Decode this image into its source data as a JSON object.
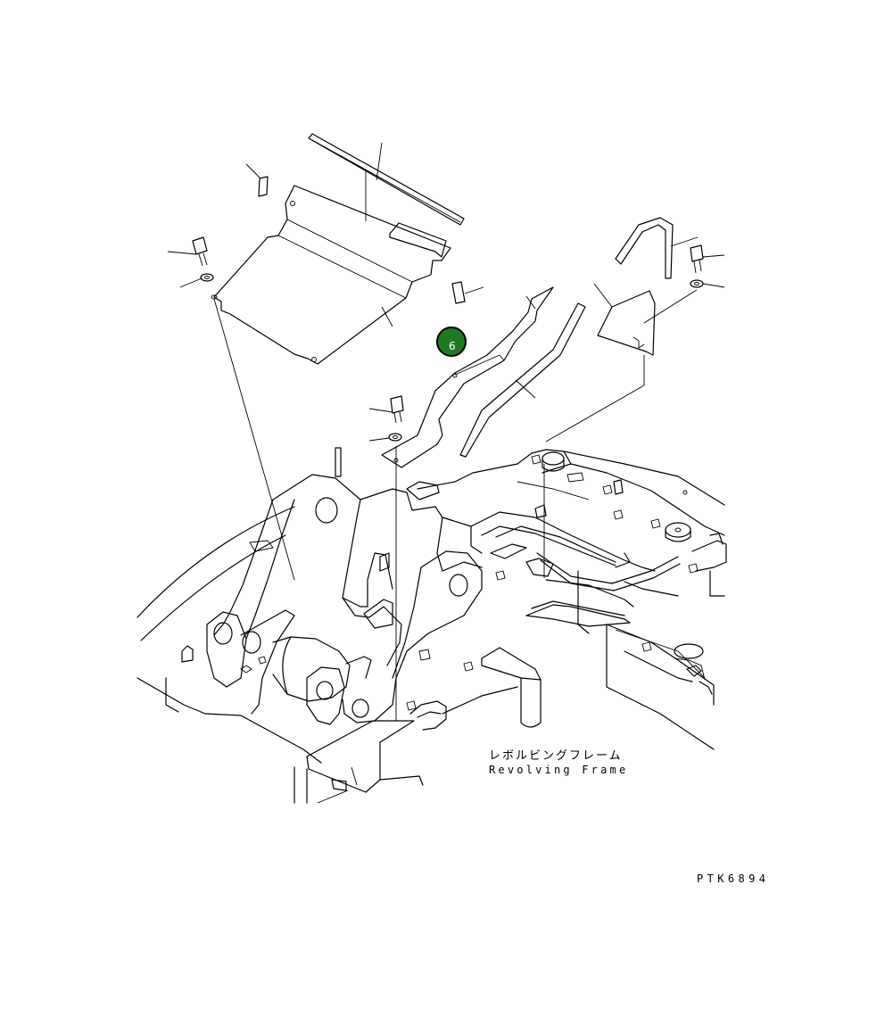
{
  "diagram": {
    "frame_label_jp": "レボルビングフレーム",
    "frame_label_en": "Revolving Frame",
    "drawing_code": "PTK6894",
    "callout": {
      "number": "6",
      "fill_color": "#1f7a1f"
    },
    "colors": {
      "line": "#000000",
      "background": "#ffffff"
    }
  }
}
